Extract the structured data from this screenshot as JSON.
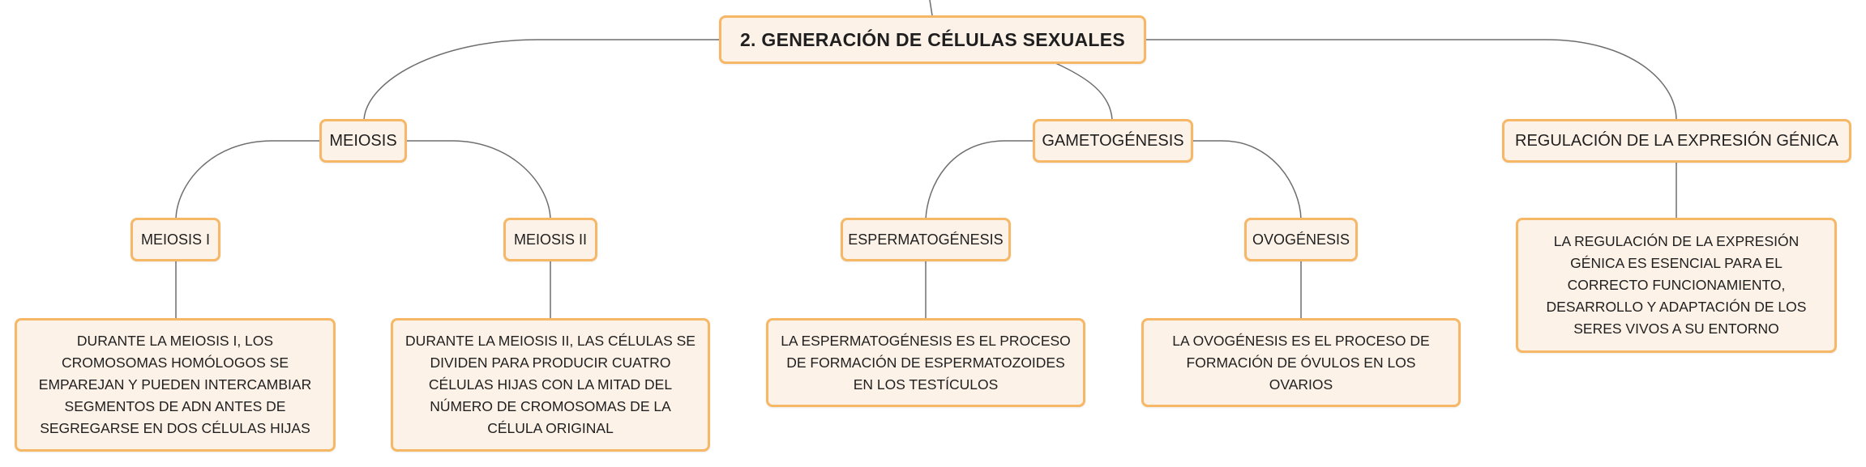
{
  "accent_border": "#f6b766",
  "node_fill": "#fdf2e8",
  "root": {
    "label": "2. Generación de células sexuales"
  },
  "branches": {
    "meiosis": {
      "label": "Meiosis",
      "meiosis_1": {
        "label": "Meiosis I",
        "text": "Durante la meiosis I, los cromosomas homólogos se emparejan y pueden intercambiar segmentos de ADN antes de segregarse en dos células hijas"
      },
      "meiosis_2": {
        "label": "Meiosis II",
        "text": "Durante la meiosis II, las células se dividen para producir cuatro células hijas con la mitad del número de cromosomas de la célula original"
      }
    },
    "gametogenesis": {
      "label": "Gametogénesis",
      "espermatogenesis": {
        "label": "Espermatogénesis",
        "text": "La espermatogénesis es el proceso de formación de espermatozoides en los testículos"
      },
      "ovogenesis": {
        "label": "Ovogénesis",
        "text": "La ovogénesis es el proceso de formación de óvulos en los ovarios"
      }
    },
    "regulacion": {
      "label": "Regulación de la expresión génica",
      "text": "La regulación de la expresión génica es esencial para el correcto funcionamiento, desarrollo y adaptación de los seres vivos a su entorno"
    }
  }
}
